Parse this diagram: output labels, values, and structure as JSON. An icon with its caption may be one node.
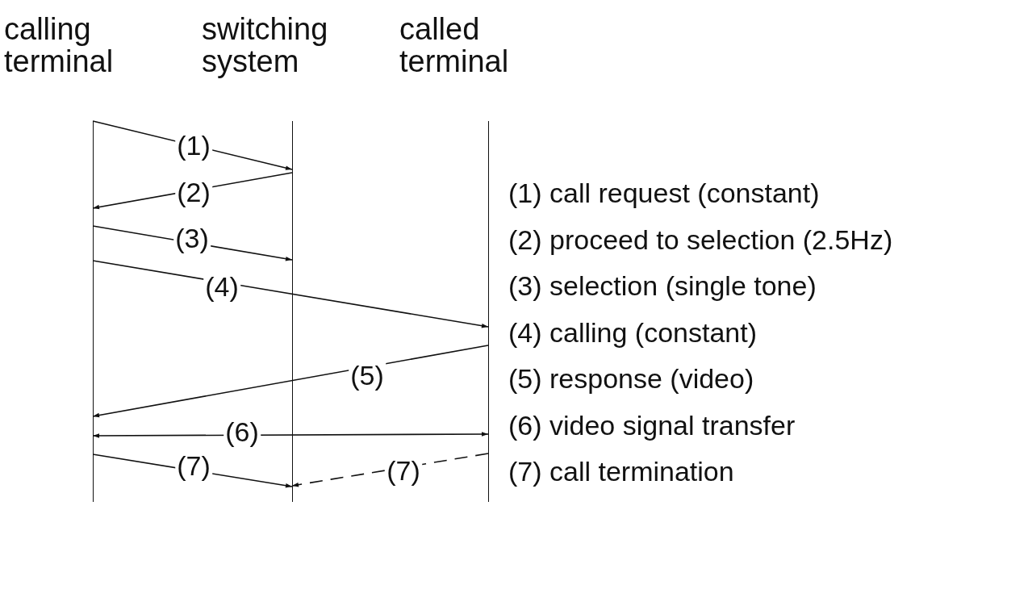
{
  "diagram": {
    "nodes": [
      {
        "text": [
          "calling terminal"
        ]
      },
      {
        "text": [
          "switching system"
        ]
      },
      {
        "text": [
          "called terminal"
        ]
      }
    ],
    "edges": [
      {
        "from": 0,
        "to": 1,
        "arrow": "to",
        "label": "(1)"
      },
      {
        "from": 1,
        "to": 0,
        "arrow": "to",
        "label": "(2)"
      },
      {
        "from": 0,
        "to": 1,
        "arrow": "to",
        "label": "(3)"
      },
      {
        "from": 0,
        "to": 2,
        "arrow": "to",
        "label": "(4)"
      },
      {
        "from": 2,
        "to": 0,
        "arrow": "to",
        "label": "(5)"
      },
      {
        "from": 0,
        "to": 2,
        "arrow": "both",
        "label": "(6)"
      },
      {
        "from": 0,
        "to": 1,
        "arrow": "to",
        "label": "(7)"
      },
      {
        "from": 2,
        "to": 1,
        "arrow": "to",
        "label": "(7)",
        "style": "dashed"
      }
    ],
    "labels": [
      "(1) call request (constant)",
      "(2) proceed to selection (2.5Hz)",
      "(3) selection (single tone)",
      "(4) calling (constant)",
      "(5) response (video)",
      "(6) video signal transfer",
      "(7) call termination"
    ]
  }
}
